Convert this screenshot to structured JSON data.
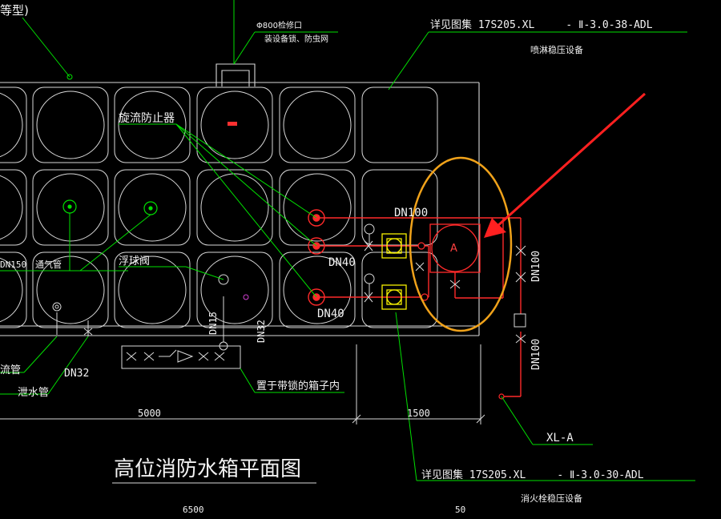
{
  "labels": {
    "top_left_fragment": "等型)",
    "manhole": "Φ800检修口",
    "manhole_sub": "装设备锁、防虫网",
    "ref_top": "详见图集 17S205.XL     - Ⅱ-3.0-38-ADL",
    "ref_top_sub": "喷淋稳压设备",
    "anti_vortex": "旋流防止器",
    "dn100_top": "DN100",
    "dn40_a": "DN40",
    "dn40_b": "DN40",
    "dn100_right_a": "DN100",
    "dn100_right_b": "DN100",
    "pump_a": "A",
    "dn150_fragment": "DN150",
    "vent_pipe": "通气管",
    "float_valve": "浮球阀",
    "dn15": "DN15",
    "dn32_vertical": "DN32",
    "overflow_fragment": "流管",
    "drain": "泄水管",
    "dn32": "DN32",
    "locked_box": "置于带锁的箱子内",
    "dim_5000": "5000",
    "dim_1500": "1500",
    "xl_a": "XL-A",
    "title": "高位消防水箱平面图",
    "ref_bottom": "详见图集 17S205.XL     - Ⅱ-3.0-30-ADL",
    "ref_bottom_sub": "消火栓稳压设备",
    "dim_6500": "6500",
    "dim_50": "50"
  },
  "colors": {
    "background": "#000000",
    "outline": "#d9d9d9",
    "leader": "#00e000",
    "pipe": "#ff2a2a",
    "equipment": "#f5ef00",
    "highlight_ellipse": "#f0a21a",
    "arrow": "#ff2020",
    "text": "#f2f2f2"
  }
}
